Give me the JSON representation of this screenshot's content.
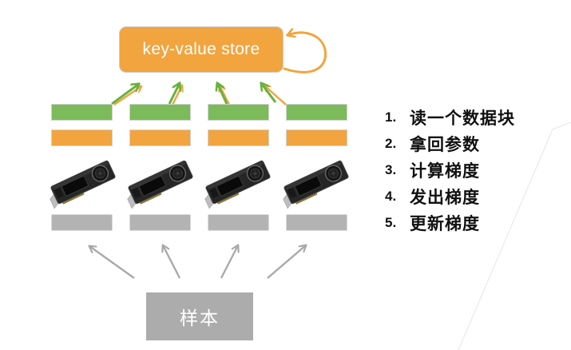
{
  "diagram": {
    "kv_store_label": "key-value store",
    "sample_label": "样本",
    "worker_columns": 4,
    "colors": {
      "orange": "#F2A43E",
      "green_bar": "#7CBB5A",
      "green_arrow": "#67B33E",
      "gray_bar": "#B3B3B3",
      "sample_gray": "#ACACAC",
      "gray_arrow": "#A9A9A9",
      "kv_text": "#FFFFFF",
      "steps_text": "#111111",
      "background_line": "#E9E9E9"
    }
  },
  "steps": {
    "items": [
      {
        "num": "1.",
        "text": "读一个数据块"
      },
      {
        "num": "2.",
        "text": "拿回参数"
      },
      {
        "num": "3.",
        "text": "计算梯度"
      },
      {
        "num": "4.",
        "text": "发出梯度"
      },
      {
        "num": "5.",
        "text": "更新梯度"
      }
    ]
  }
}
